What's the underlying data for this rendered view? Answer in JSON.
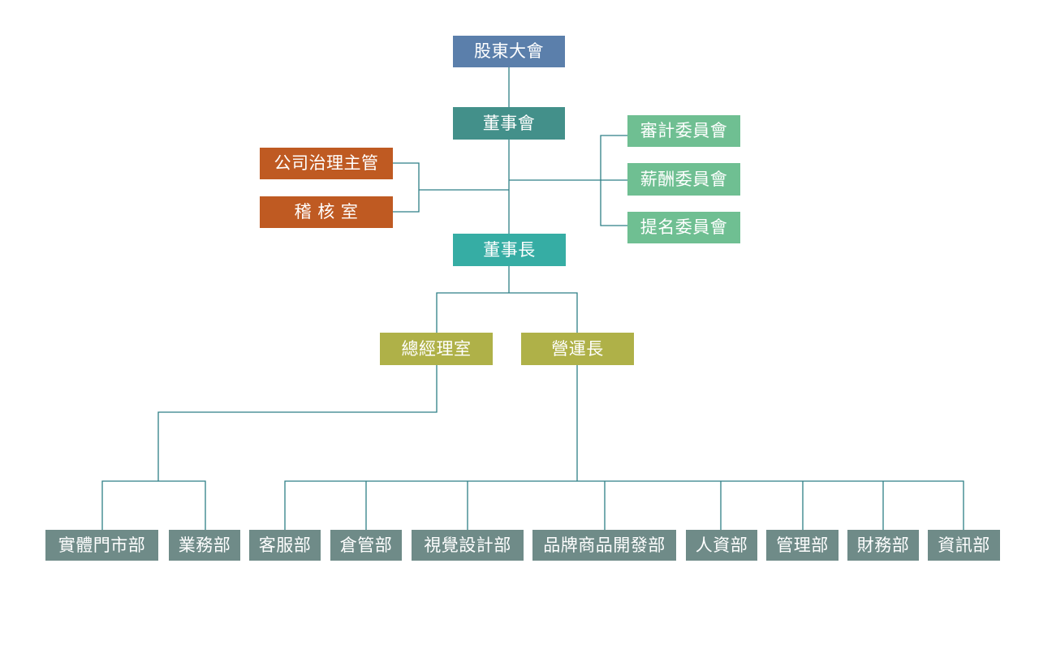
{
  "colors": {
    "line": "#2e7f86",
    "shareholders": "#5b7fab",
    "board": "#43908a",
    "committee": "#6fbf92",
    "governance": "#bf5a22",
    "chairman": "#36ada4",
    "executive": "#afb148",
    "department": "#6f8b88"
  },
  "org": {
    "shareholders": "股東大會",
    "board": "董事會",
    "committees": {
      "audit": "審計委員會",
      "remuneration": "薪酬委員會",
      "nomination": "提名委員會"
    },
    "governance": {
      "governance_officer": "公司治理主管",
      "audit_office": "稽 核 室"
    },
    "chairman": "董事長",
    "gm_office": "總經理室",
    "coo": "營運長",
    "departments": {
      "retail_stores": "實體門市部",
      "sales": "業務部",
      "customer_service": "客服部",
      "warehouse": "倉管部",
      "visual_design": "視覺設計部",
      "brand_product_dev": "品牌商品開發部",
      "hr": "人資部",
      "administration": "管理部",
      "finance": "財務部",
      "it": "資訊部"
    }
  }
}
